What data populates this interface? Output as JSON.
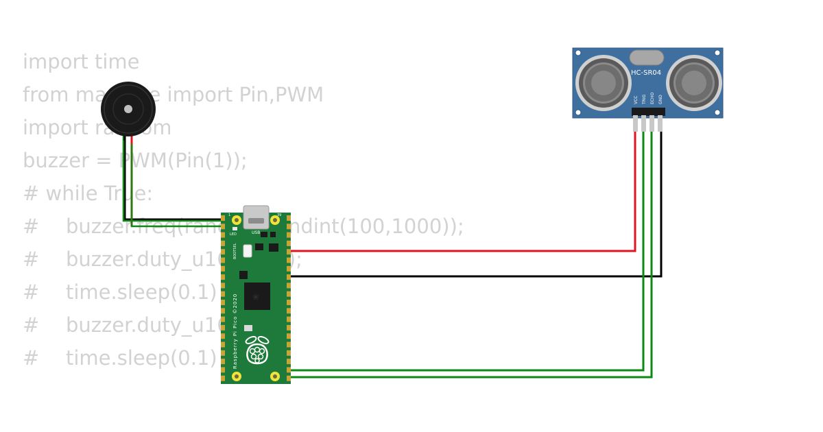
{
  "code_lines": [
    {
      "prefix": "",
      "text": "import time"
    },
    {
      "prefix": "",
      "text": "from machine import Pin,PWM"
    },
    {
      "prefix": "",
      "text": "import random"
    },
    {
      "prefix": "",
      "text": "buzzer = PWM(Pin(1));"
    },
    {
      "prefix": "",
      "text": "# while True:"
    },
    {
      "prefix": "#",
      "text": "buzzer.freq(random.randint(100,1000));"
    },
    {
      "prefix": "#",
      "text": "buzzer.duty_u16(1000);"
    },
    {
      "prefix": "#",
      "text": "time.sleep(0.1)"
    },
    {
      "prefix": "#",
      "text": "buzzer.duty_u16(0);"
    },
    {
      "prefix": "#",
      "text": "time.sleep(0.1)"
    }
  ],
  "pico": {
    "usb_label": "USB",
    "led_label": "LED",
    "bootsel_label": "BOOTSEL",
    "board_label": "Raspberry Pi Pico ©2020",
    "pin1_label": "1",
    "pin39_label": "39"
  },
  "sensor": {
    "model": "HC-SR04",
    "pins": [
      "VCC",
      "TRIG",
      "ECHO",
      "GND"
    ]
  },
  "colors": {
    "board_green": "#1e7a3a",
    "sensor_blue": "#3f6f9e",
    "wire_red": "#e0141e",
    "wire_green": "#0a8a12",
    "wire_black": "#000000",
    "pad_yellow": "#f2e33c",
    "code_gray": "#d2d2d2"
  },
  "icons": {
    "buzzer": "piezo-buzzer-icon",
    "raspberry": "raspberry-logo-icon",
    "transducer": "ultrasonic-transducer-icon"
  }
}
